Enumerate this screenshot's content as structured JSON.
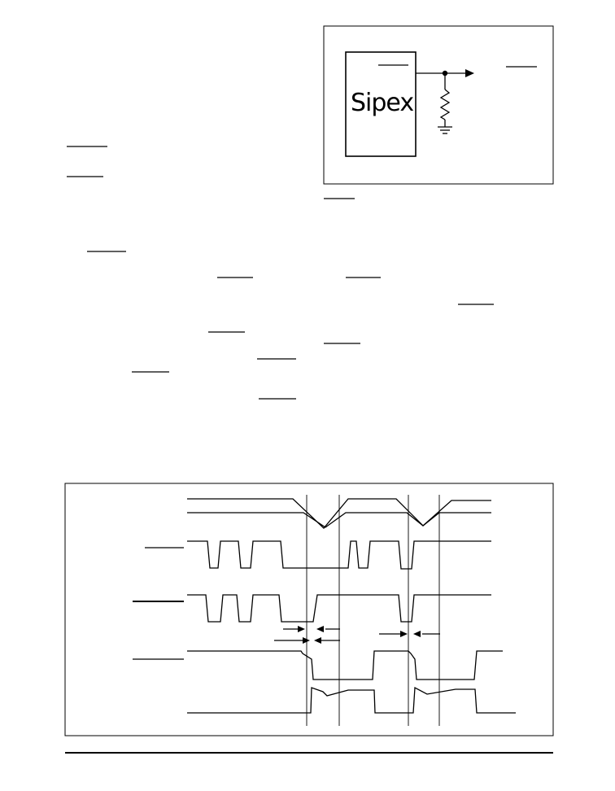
{
  "logo": {
    "text": "Sipex"
  },
  "colors": {
    "ink": "#000000",
    "background": "#ffffff"
  },
  "circuit_figure": {
    "components": [
      "ic-block",
      "output-node",
      "output-arrow",
      "pull-down-resistor",
      "ground-symbol"
    ]
  },
  "timing_diagram": {
    "trace_count": 5,
    "cursor_count": 4
  }
}
